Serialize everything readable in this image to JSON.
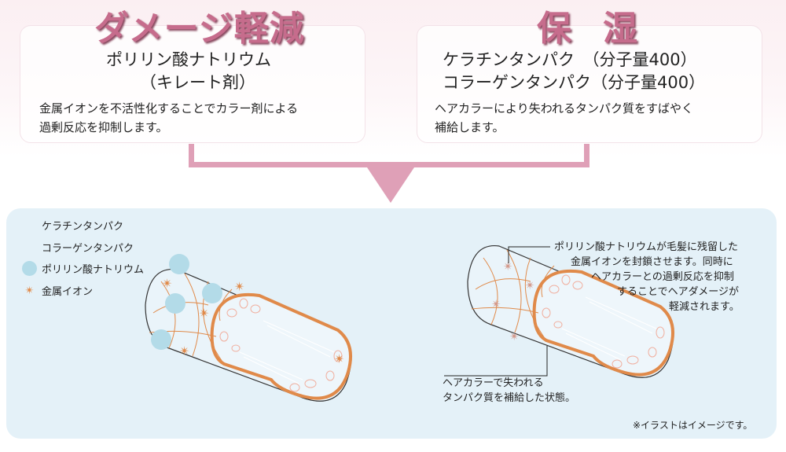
{
  "damage": {
    "title": "ダメージ軽減",
    "heading": [
      "ポリリン酸ナトリウム",
      "（キレート剤）"
    ],
    "desc": [
      "金属イオンを不活性化することでカラー剤による",
      "過剰反応を抑制します。"
    ]
  },
  "moisture": {
    "title": "保湿",
    "heading": [
      "ケラチンタンパク　（分子量400）",
      "コラーゲンタンパク（分子量400）"
    ],
    "desc": [
      "ヘアカラーにより失われるタンパク質をすばやく",
      "補給します。"
    ]
  },
  "legend": [
    "ケラチンタンパク",
    "コラーゲンタンパク",
    "ポリリン酸ナトリウム",
    "金属イオン"
  ],
  "callouts": {
    "top": [
      "ポリリン酸ナトリウムが毛髪に残留した",
      "金属イオンを封鎖させます。同時に",
      "ヘアカラーとの過剰反応を抑制",
      "することでヘアダメージが",
      "軽減されます。"
    ],
    "bottom": [
      "ヘアカラーで失われる",
      "タンパク質を補給した状態。"
    ]
  },
  "footnote": "※イラストはイメージです。",
  "colors": {
    "pink": "#c66c8c",
    "connector": "#dfa0b7",
    "panel": "#e4f1f8",
    "orange": "#e08a4a",
    "bead": "#b3dbe8"
  }
}
